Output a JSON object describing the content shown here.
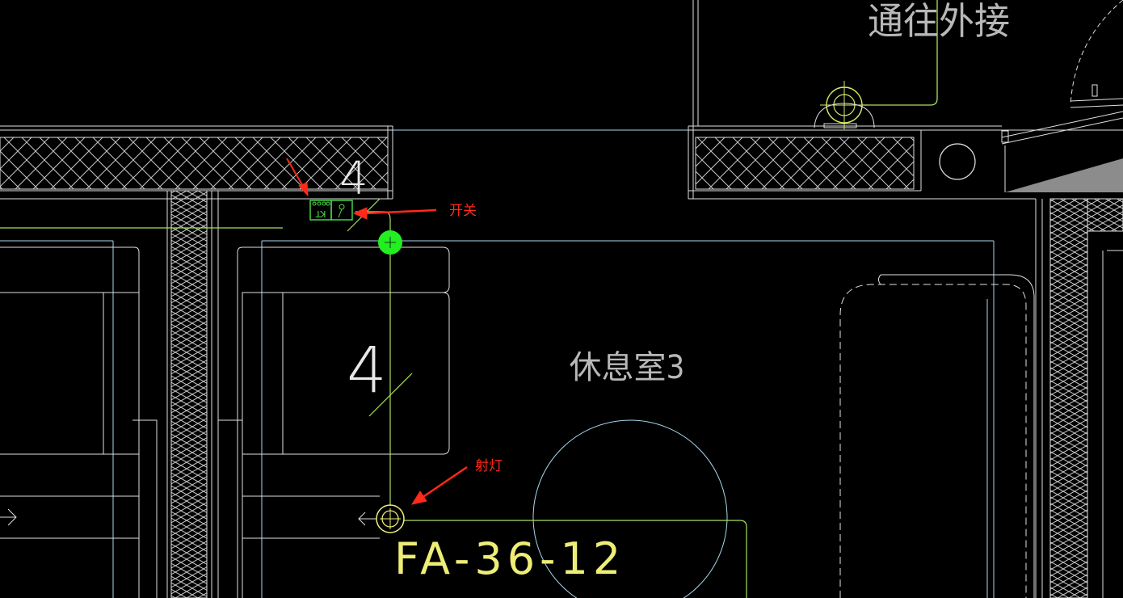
{
  "drawing": {
    "room_label": "休息室3",
    "top_room_label": "通往外接",
    "wire_count_top": "4",
    "wire_count_mid": "4",
    "fixture_tag": "FA-36-12",
    "switch_symbol_text": "KT"
  },
  "annotations": {
    "switch_label": "开关",
    "spotlight_label": "射灯"
  },
  "colors": {
    "background": "#000000",
    "wall_line": "#e0e0e0",
    "cyan_line": "#a8d8ee",
    "wire_green": "#a8e060",
    "switch_green": "#4ae04a",
    "node_green": "#22ee22",
    "yellow": "#eeee77",
    "annotation_red": "#ff2a1a",
    "grey_fill": "#8c8c8c"
  },
  "icons": {
    "junction": "green-junction-dot-icon",
    "spotlight": "spotlight-circle-icon",
    "switch": "switch-symbol-icon",
    "arrow": "red-arrow-icon"
  }
}
